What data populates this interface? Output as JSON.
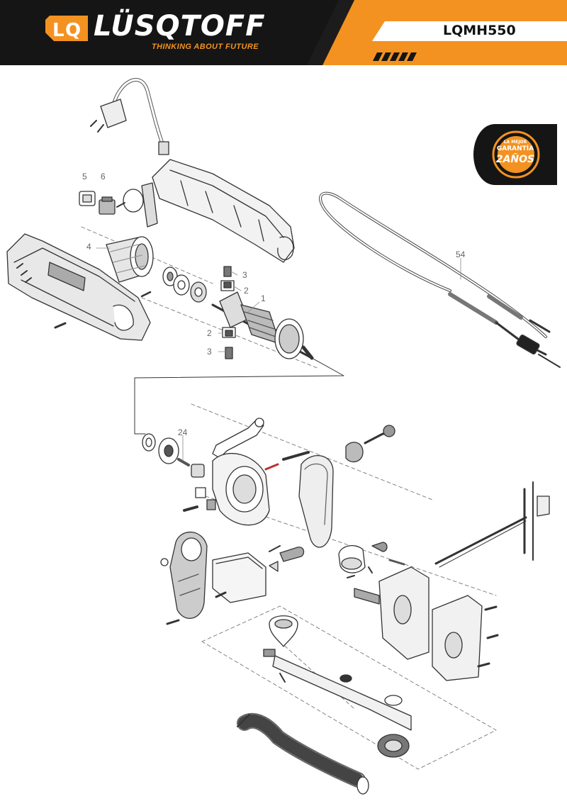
{
  "header": {
    "brand": "LÜSQTOFF",
    "slogan": "THINKING ABOUT FUTURE",
    "model": "LQMH550",
    "colors": {
      "accent": "#f39221",
      "dark": "#151515"
    }
  },
  "badge": {
    "line1": "LA MEJOR",
    "line2": "GARANTÍA",
    "line3": "2AÑOS"
  },
  "diagram": {
    "callouts": [
      {
        "id": "5",
        "label": "5"
      },
      {
        "id": "6",
        "label": "6"
      },
      {
        "id": "4",
        "label": "4"
      },
      {
        "id": "3a",
        "label": "3"
      },
      {
        "id": "2a",
        "label": "2"
      },
      {
        "id": "1",
        "label": "1"
      },
      {
        "id": "2b",
        "label": "2"
      },
      {
        "id": "3b",
        "label": "3"
      },
      {
        "id": "54",
        "label": "54"
      },
      {
        "id": "24",
        "label": "24"
      }
    ]
  }
}
